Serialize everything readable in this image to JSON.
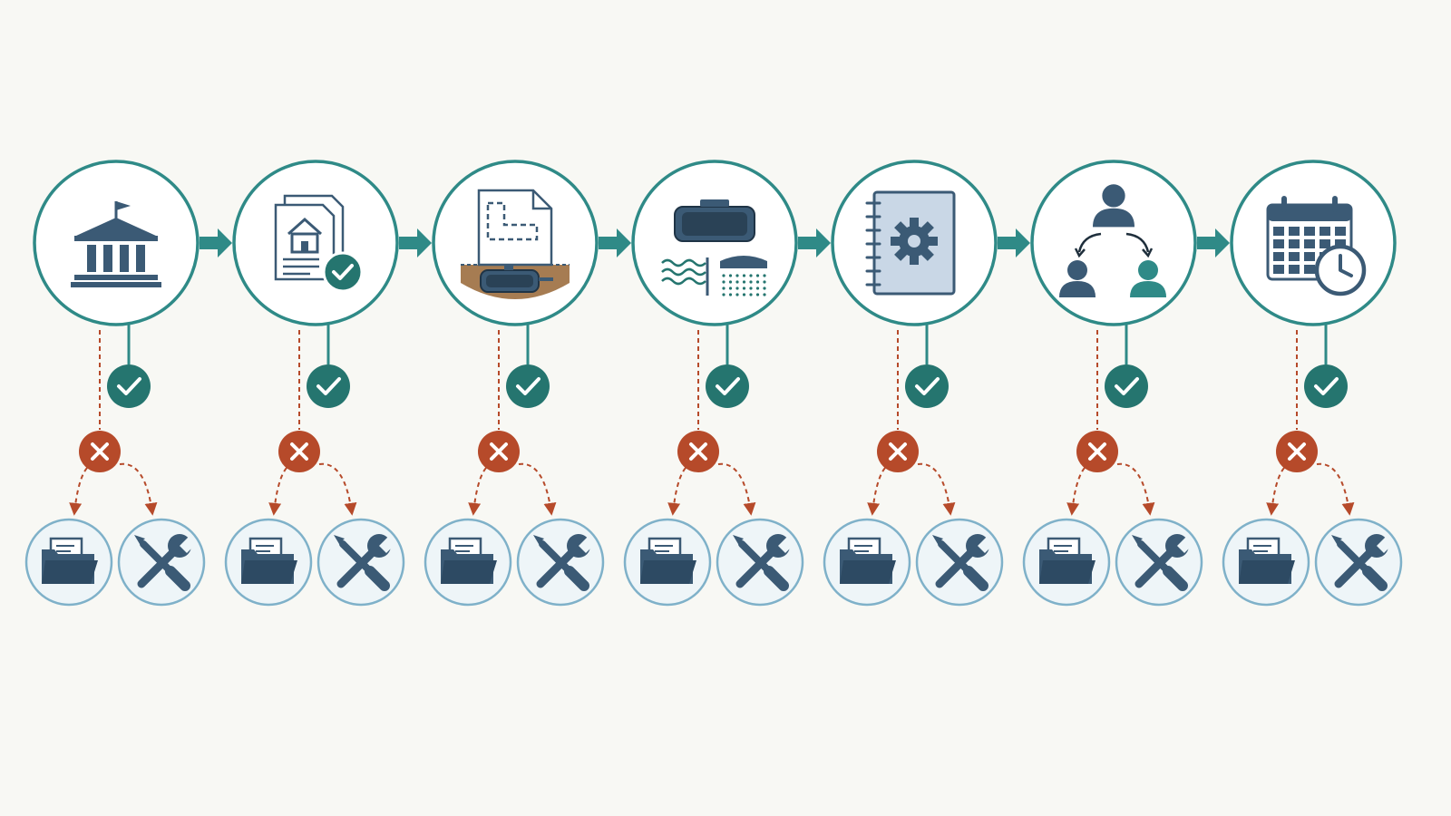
{
  "colors": {
    "background": "#f8f8f4",
    "primary_teal": "#2f8a87",
    "dark_slate": "#3b5a75",
    "success_teal": "#25756f",
    "reject_red": "#b64a2a",
    "sub_ring": "#7fb1c9",
    "sub_fill": "#eef5f8",
    "soil_brown": "#a67c52",
    "manual_fill": "#c9d7e6",
    "person_teal": "#2f8a87"
  },
  "steps": [
    {
      "id": "authority",
      "icon": "government-building-icon"
    },
    {
      "id": "permit",
      "icon": "approved-house-document-icon"
    },
    {
      "id": "site-plan",
      "icon": "site-plan-tank-icon"
    },
    {
      "id": "drainage",
      "icon": "tank-drainfield-icon"
    },
    {
      "id": "manual",
      "icon": "maintenance-manual-icon"
    },
    {
      "id": "contacts",
      "icon": "contact-people-icon"
    },
    {
      "id": "schedule",
      "icon": "calendar-schedule-icon"
    }
  ],
  "branch_icons": {
    "approved": "check-circle-icon",
    "rejected": "x-circle-icon",
    "records": "folder-icon",
    "repair": "tools-icon"
  }
}
